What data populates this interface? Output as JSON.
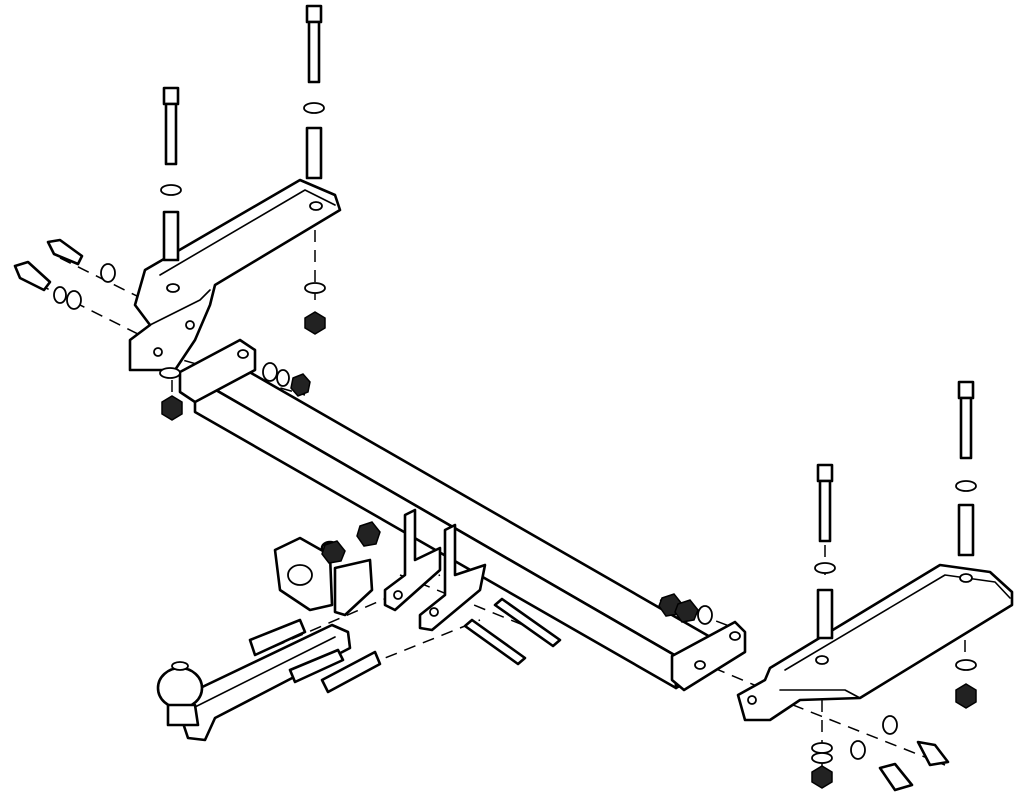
{
  "diagram": {
    "kind": "exploded-assembly-drawing",
    "subject": "towbar kit",
    "style": "black line art on white",
    "colors": {
      "line": "#000000",
      "background": "#ffffff",
      "fill": "#ffffff"
    },
    "components": [
      "crossbar-tube",
      "left-side-bracket",
      "right-side-bracket",
      "tow-ball-arm",
      "ball-mount-brackets",
      "socket-plate",
      "clamp-plates",
      "long-bolts",
      "short-bolts",
      "spacer-tubes",
      "washers",
      "nuts"
    ]
  }
}
